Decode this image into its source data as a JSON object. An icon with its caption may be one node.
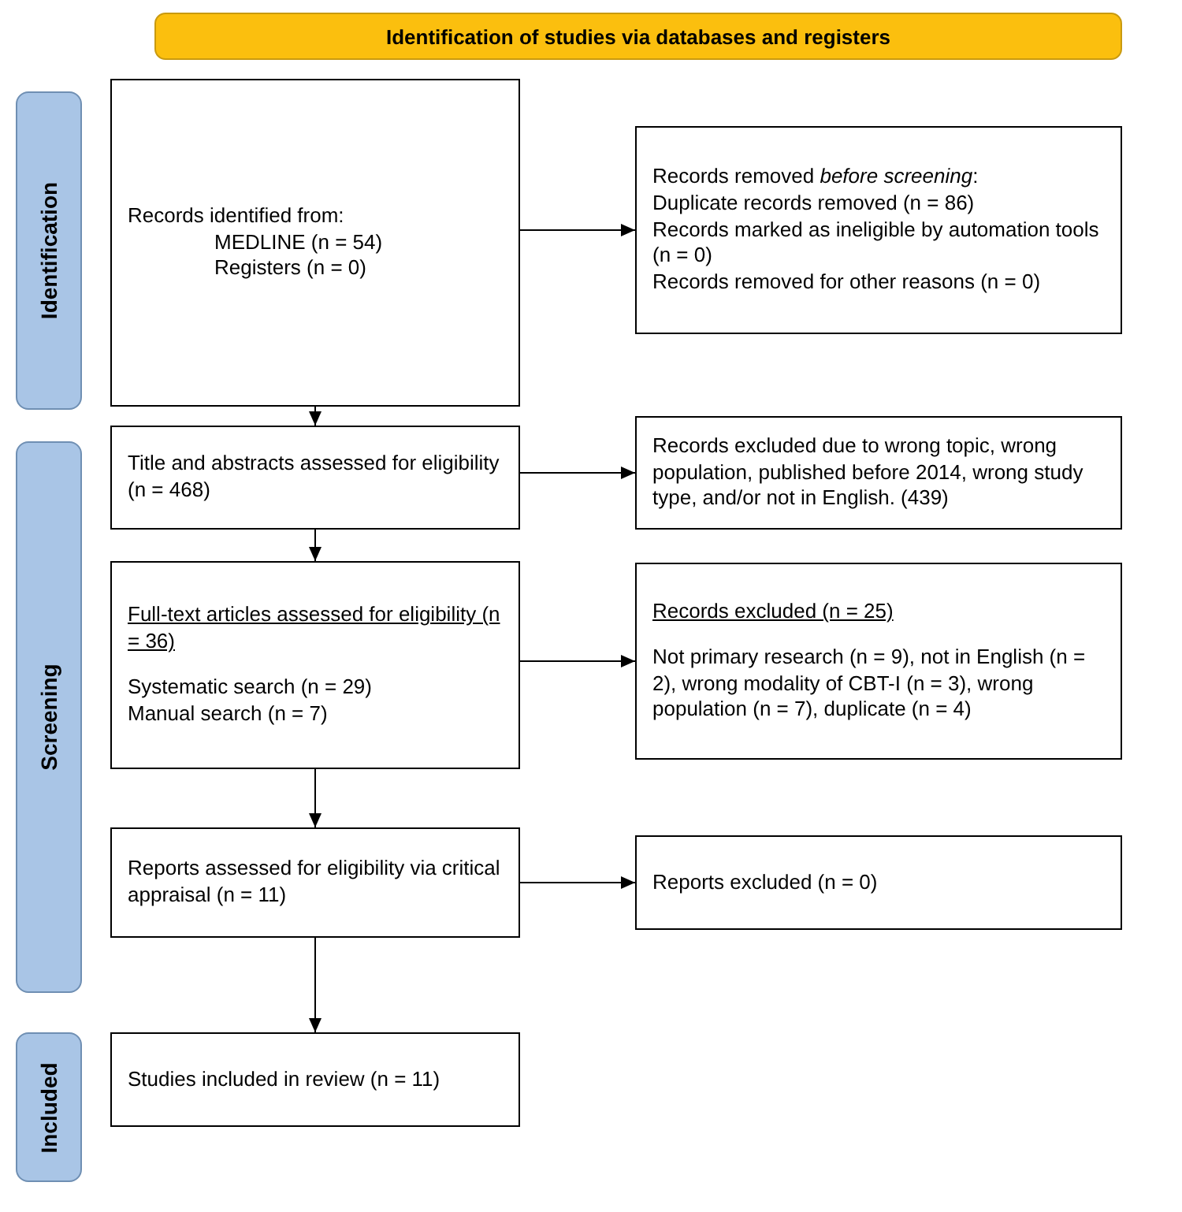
{
  "diagram": {
    "nodes": [
      {
        "text": [
          "Identification of studies via databases and registers"
        ]
      },
      {
        "text": [
          "Identification"
        ]
      },
      {
        "text": [
          "Screening"
        ]
      },
      {
        "text": [
          "Included"
        ]
      },
      {
        "text": [
          "Records identified from:",
          "MEDLINE (n = 54)",
          "Registers (n = 0)"
        ]
      },
      {
        "text": [
          "Records removed *before screening*:",
          "Duplicate records removed (n = 86)",
          "Records marked as ineligible by automation tools (n = 0)",
          "Records removed for other reasons (n = 0)"
        ]
      },
      {
        "text": [
          "Title and abstracts assessed for eligibility (n = 468)"
        ]
      },
      {
        "text": [
          "Records excluded due to wrong topic, wrong population, published before 2014, wrong study type, and/or not in English. (439)"
        ]
      },
      {
        "text": [
          "Full-text articles assessed for eligibility (n = 36)",
          "Systematic search (n = 29)",
          "Manual search (n = 7)"
        ]
      },
      {
        "text": [
          "Records excluded (n = 25)",
          "Not primary research (n = 9), not in English (n = 2), wrong modality of CBT-I (n = 3), wrong population (n = 7), duplicate (n = 4)"
        ]
      },
      {
        "text": [
          "Reports assessed for eligibility via critical appraisal (n = 11)"
        ]
      },
      {
        "text": [
          "Reports excluded (n = 0)"
        ]
      },
      {
        "text": [
          "Studies included in review (n = 11)"
        ]
      }
    ],
    "edges": [
      {
        "from": 4,
        "to": 5,
        "arrow": "to"
      },
      {
        "from": 4,
        "to": 6,
        "arrow": "to"
      },
      {
        "from": 6,
        "to": 7,
        "arrow": "to"
      },
      {
        "from": 6,
        "to": 8,
        "arrow": "to"
      },
      {
        "from": 8,
        "to": 9,
        "arrow": "to"
      },
      {
        "from": 8,
        "to": 10,
        "arrow": "to"
      },
      {
        "from": 10,
        "to": 11,
        "arrow": "to"
      },
      {
        "from": 10,
        "to": 12,
        "arrow": "to"
      }
    ]
  }
}
